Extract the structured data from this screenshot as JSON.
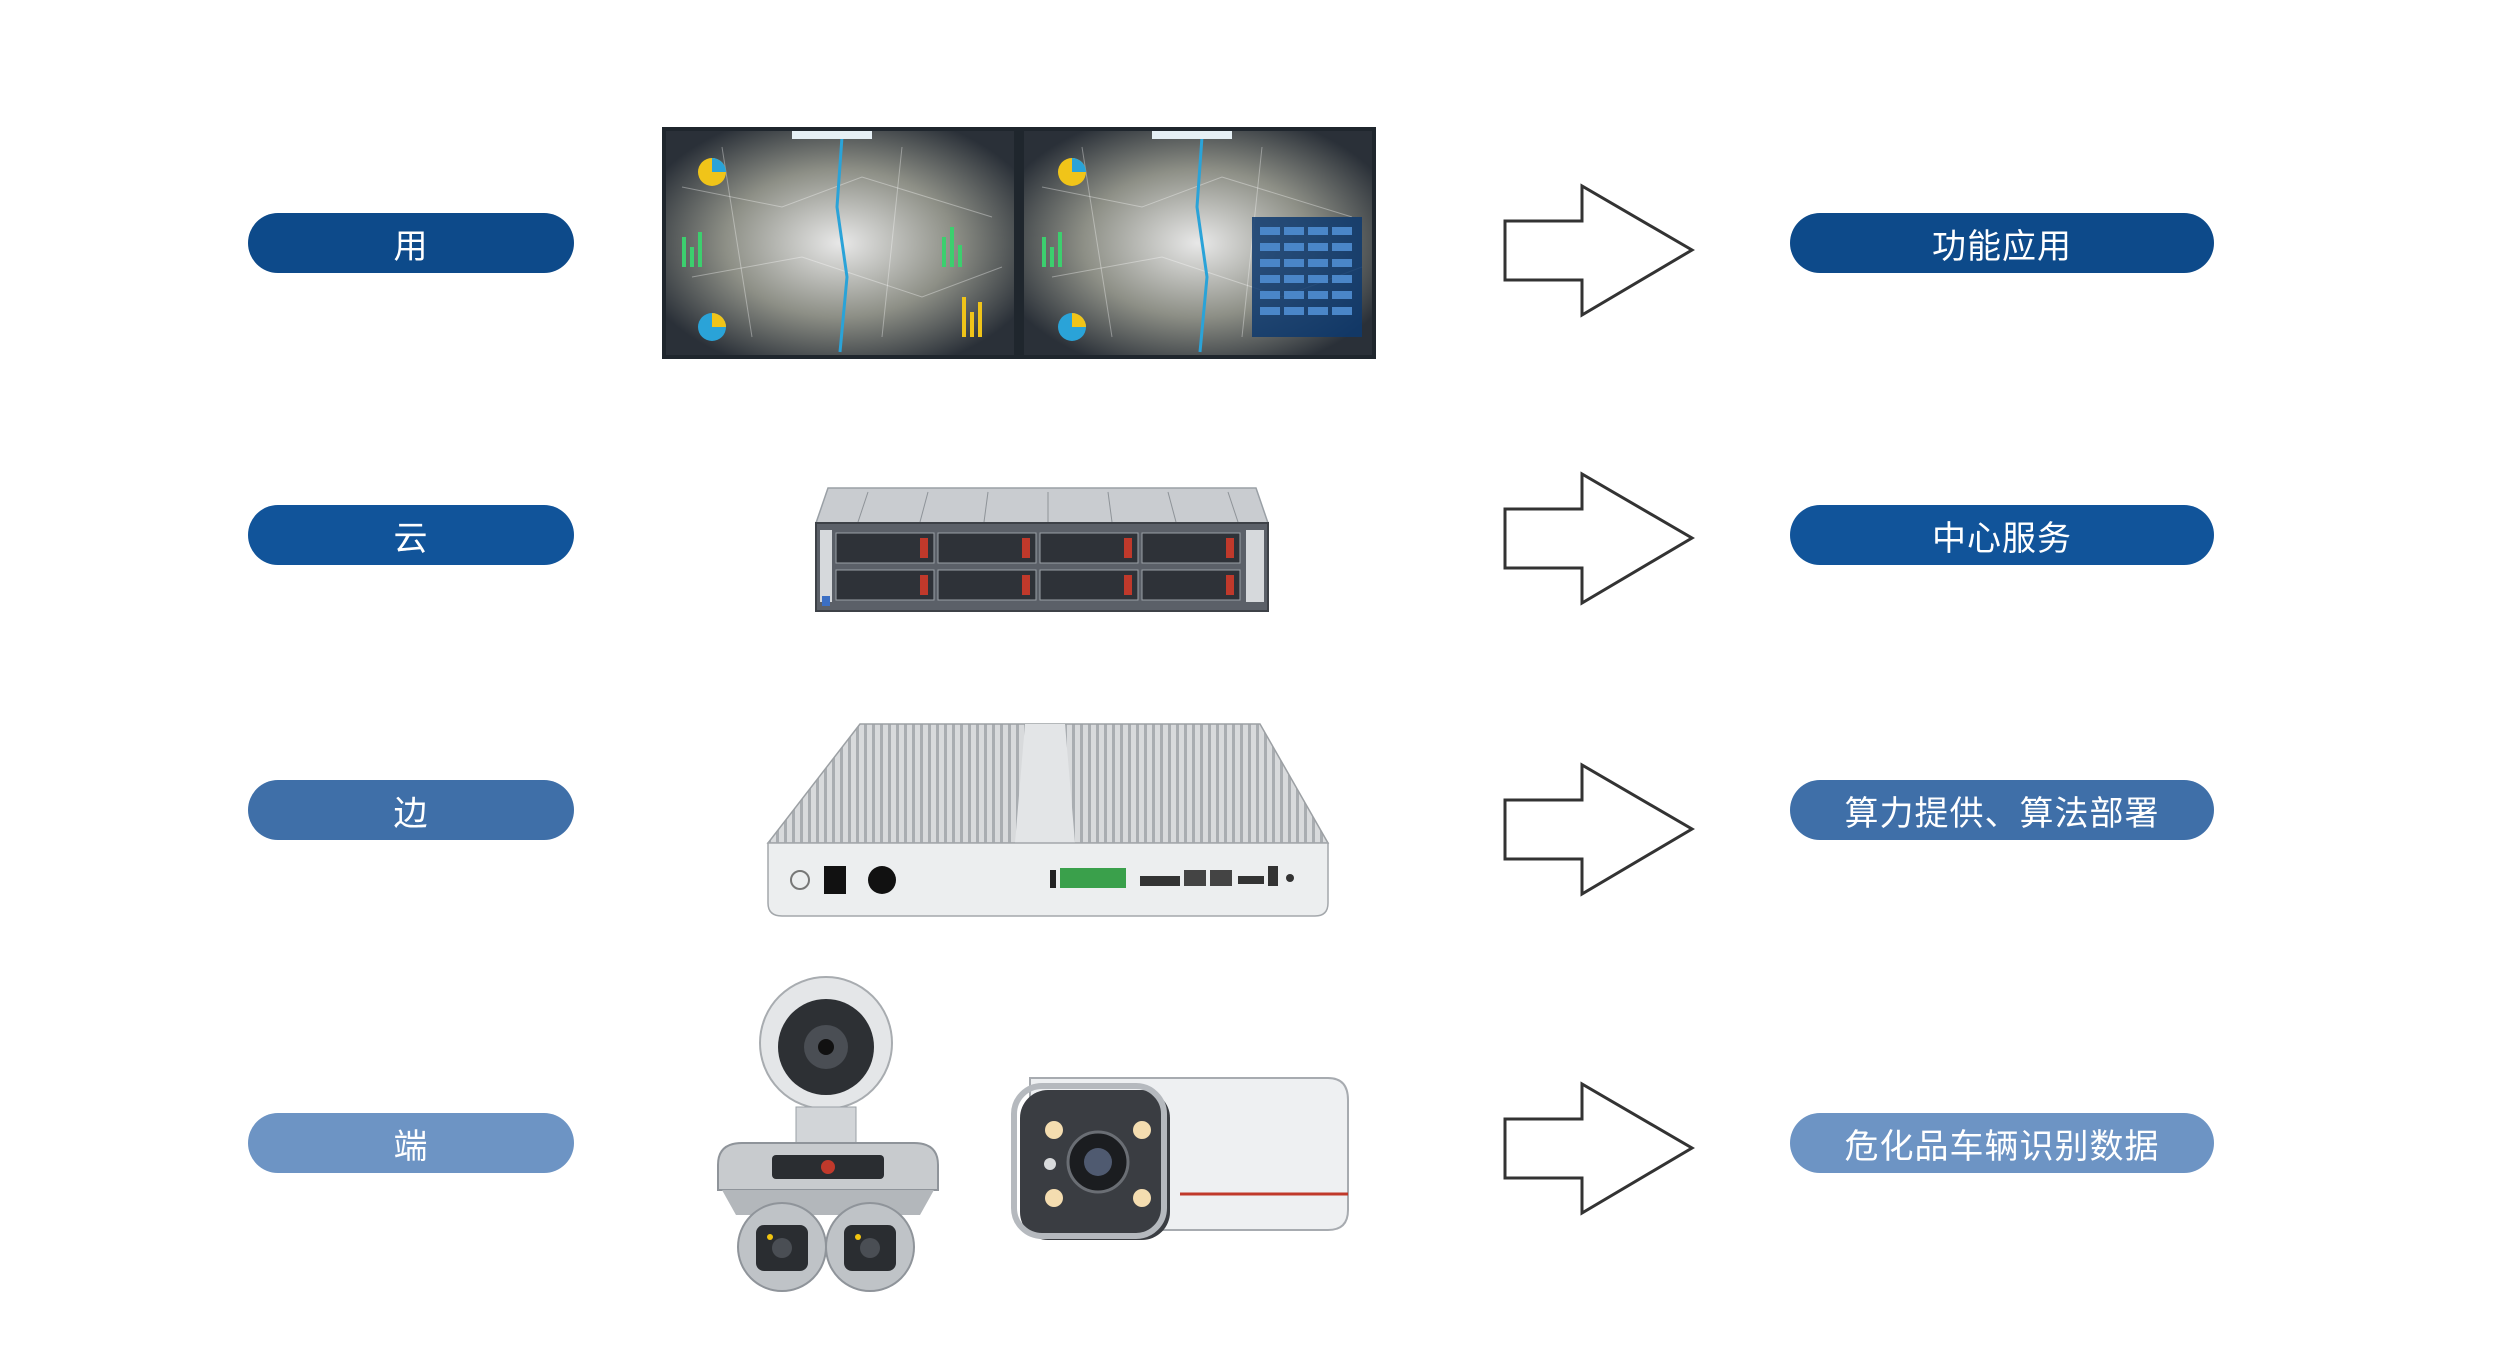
{
  "layers": [
    {
      "label": "用",
      "function": "功能应用",
      "color": "#0d4a8a",
      "device": "dashboard-screens"
    },
    {
      "label": "云",
      "function": "中心服务",
      "color": "#11549a",
      "device": "rack-server"
    },
    {
      "label": "边",
      "function": "算力提供、算法部署",
      "color": "#3f6fa8",
      "device": "edge-box"
    },
    {
      "label": "端",
      "function": "危化品车辆识别数据",
      "color": "#6d94c4",
      "device": "cameras"
    }
  ]
}
